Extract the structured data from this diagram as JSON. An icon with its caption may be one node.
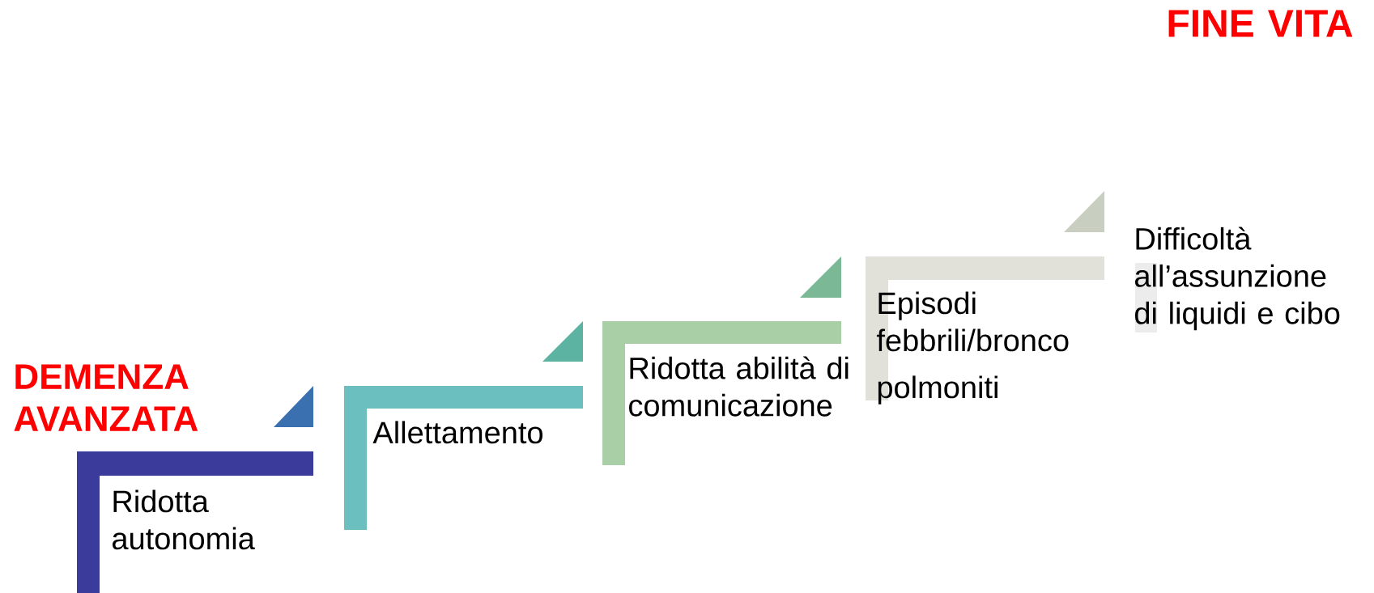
{
  "diagram": {
    "nodes": [
      {
        "text": [
          "Ridotta autonomia"
        ]
      },
      {
        "text": [
          "Allettamento"
        ]
      },
      {
        "text": [
          "Ridotta abilità di comunicazione"
        ]
      },
      {
        "text": [
          "Episodi febbrili/bronco",
          "polmoniti"
        ]
      },
      {
        "text": [
          "Difficoltà all’assunzione di liquidi e cibo"
        ]
      }
    ],
    "labels": [
      "DEMENZA AVANZATA",
      "FINE VITA"
    ]
  }
}
